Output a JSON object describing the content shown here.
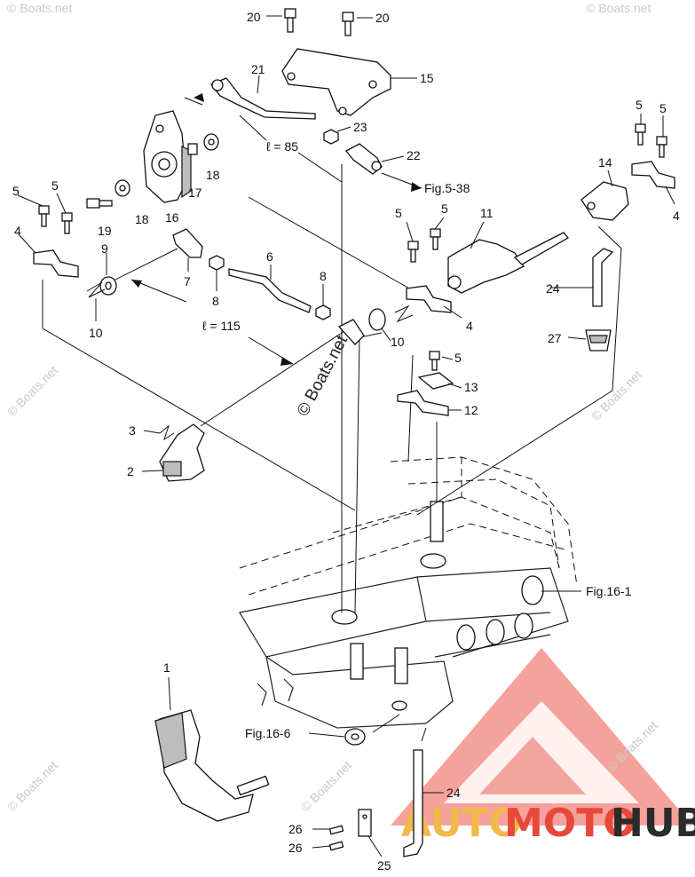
{
  "callouts": {
    "p20a": "20",
    "p20b": "20",
    "p21": "21",
    "p15": "15",
    "p23": "23",
    "p22": "22",
    "fig538": "Fig.5-38",
    "l85": "ℓ = 85",
    "p5a": "5",
    "p5b": "5",
    "p14": "14",
    "p4a": "4",
    "p16": "16",
    "p17": "17",
    "p18a": "18",
    "p18b": "18",
    "p19": "19",
    "p5c": "5",
    "p5d": "5",
    "p4b": "4",
    "p9": "9",
    "p10a": "10",
    "p7": "7",
    "p8a": "8",
    "p6": "6",
    "p8b": "8",
    "l115": "ℓ = 115",
    "p5e": "5",
    "p5f": "5",
    "p11": "11",
    "p4c": "4",
    "p24a": "24",
    "p10b": "10",
    "p27": "27",
    "p5g": "5",
    "p13": "13",
    "p12": "12",
    "p3": "3",
    "p2": "2",
    "fig161": "Fig.16-1",
    "p1": "1",
    "fig166": "Fig.16-6",
    "p24b": "24",
    "p26a": "26",
    "p26b": "26",
    "p25": "25"
  },
  "watermarks": {
    "boats": "© Boats.net",
    "center": "© Boats.net"
  },
  "logo": {
    "text_auto": "AUTO",
    "text_moto": "MOTO",
    "text_hub": "HUB",
    "color_primary": "#e8483a",
    "color_hub": "#2b2b2b",
    "color_gold": "#f2b84b"
  }
}
